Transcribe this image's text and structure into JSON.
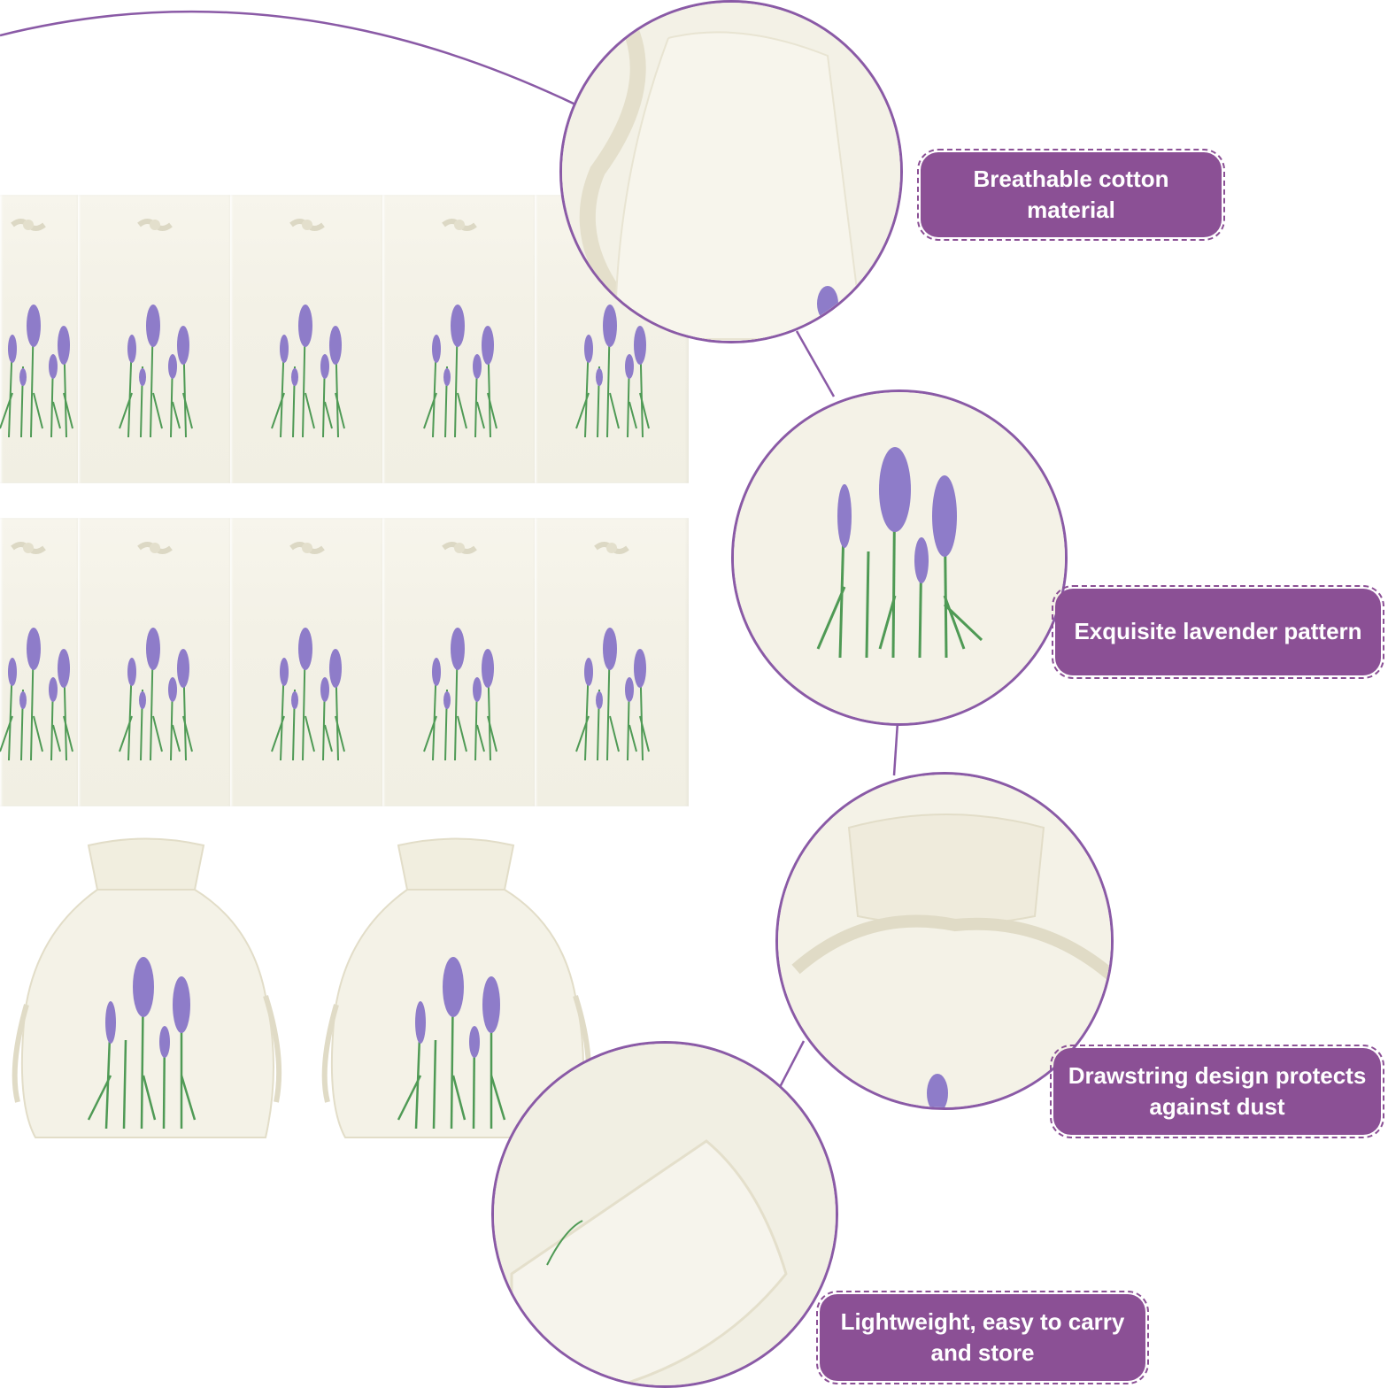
{
  "colors": {
    "label_bg": "#8b5095",
    "circle_border": "#8a5aa6",
    "fabric": "#f4f2e7",
    "lavender": "#8e7cc9",
    "stem": "#4f9a55"
  },
  "callouts": [
    {
      "text": "Breathable cotton material",
      "icon": "cotton-closeup"
    },
    {
      "text": "Exquisite lavender pattern",
      "icon": "lavender-closeup"
    },
    {
      "text": "Drawstring design protects against dust",
      "icon": "drawstring-closeup"
    },
    {
      "text": "Lightweight, easy to carry and store",
      "icon": "fabric-fold-closeup"
    }
  ]
}
